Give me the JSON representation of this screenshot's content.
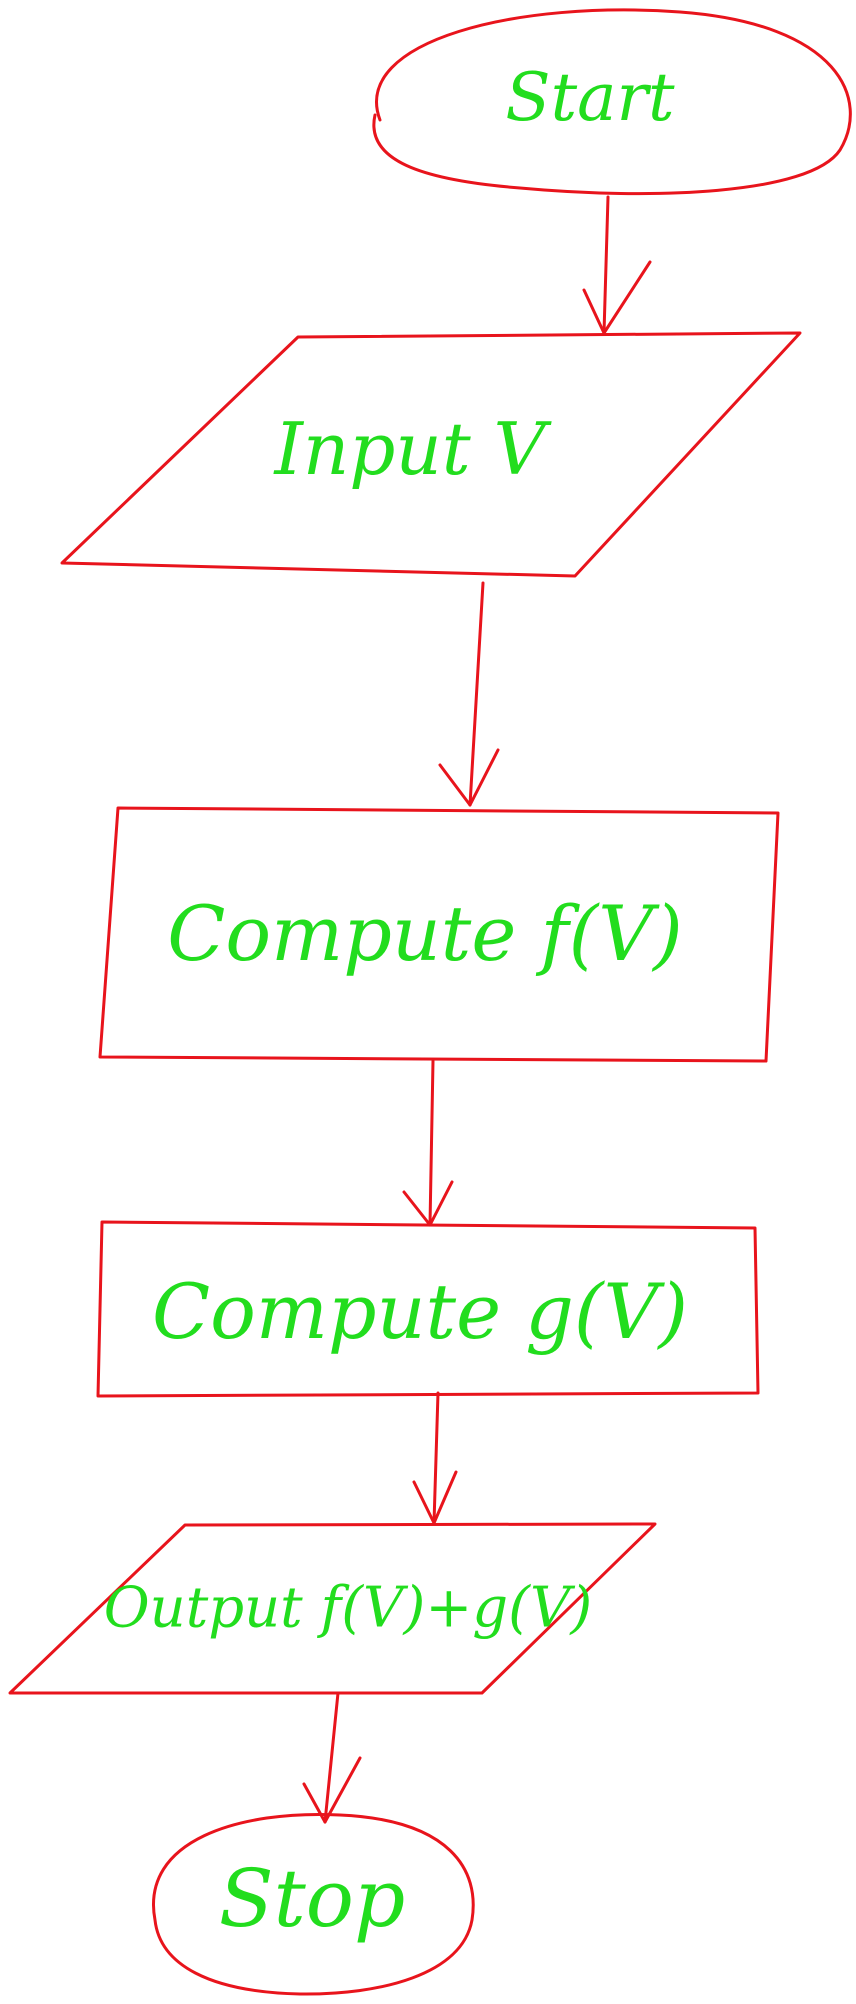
{
  "diagram": {
    "colors": {
      "shape_stroke": "#e8141c",
      "text": "#22dd1e",
      "background": "#ffffff"
    },
    "nodes": [
      {
        "id": "start",
        "shape": "terminator",
        "label": "Start"
      },
      {
        "id": "input",
        "shape": "parallelogram",
        "label": "Input V"
      },
      {
        "id": "compute-f",
        "shape": "process",
        "label": "Compute f(V)"
      },
      {
        "id": "compute-g",
        "shape": "process",
        "label": "Compute g(V)"
      },
      {
        "id": "output",
        "shape": "parallelogram",
        "label": "Output f(V)+g(V)"
      },
      {
        "id": "stop",
        "shape": "terminator",
        "label": "Stop"
      }
    ],
    "edges": [
      {
        "from": "start",
        "to": "input"
      },
      {
        "from": "input",
        "to": "compute-f"
      },
      {
        "from": "compute-f",
        "to": "compute-g"
      },
      {
        "from": "compute-g",
        "to": "output"
      },
      {
        "from": "output",
        "to": "stop"
      }
    ]
  }
}
